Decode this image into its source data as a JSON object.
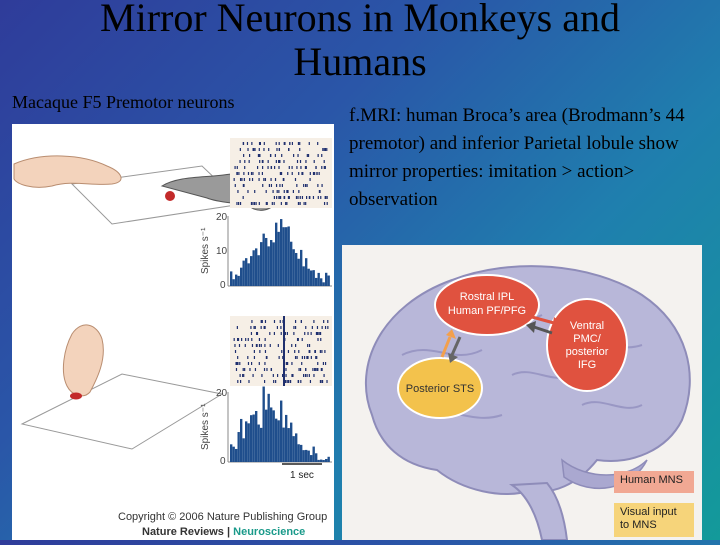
{
  "slide": {
    "title": "Mirror Neurons in Monkeys and Humans",
    "left_heading": "Macaque F5 Premotor neurons",
    "right_text": "f.MRI: human Broca’s area (Brodmann’s 44 premotor) and inferior Parietal lobule show mirror properties: imitation > action> observation"
  },
  "left_figure": {
    "axis_label": "Spikes s⁻¹",
    "tick_20": "20",
    "tick_10": "10",
    "tick_0": "0",
    "scale_label": "1 sec",
    "copyright": "Copyright © 2006 Nature Publishing Group",
    "journal": "Nature Reviews",
    "journal_sep": " | ",
    "journal_sub": "Neuroscience"
  },
  "brain_figure": {
    "ipl_label_line1": "Rostral IPL",
    "ipl_label_line2": "Human PF/PFG",
    "pmc_label_line1": "Ventral",
    "pmc_label_line2": "PMC/",
    "pmc_label_line3": "posterior",
    "pmc_label_line4": "IFG",
    "sts_label": "Posterior STS",
    "legend_mns": "Human MNS",
    "legend_visual": "Visual input to MNS"
  },
  "colors": {
    "bg_start": "#2f3c9a",
    "bg_end": "#139a9a",
    "histogram_blue": "#1f4e8c",
    "mns_red": "#e0523f",
    "sts_yellow": "#f3c24c",
    "brain_lavender": "#b8b7d9"
  }
}
